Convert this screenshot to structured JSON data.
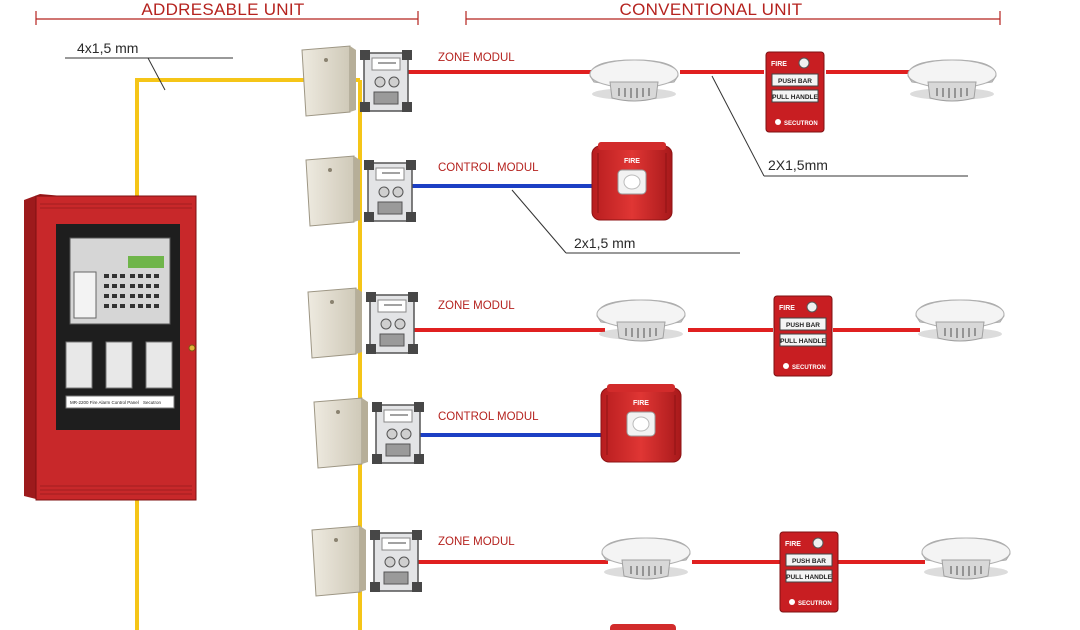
{
  "headers": {
    "addressable": "ADDRESABLE UNIT",
    "conventional": "CONVENTIONAL UNIT"
  },
  "cables": {
    "main": "4x1,5 mm",
    "zone": "2X1,5mm",
    "control": "2x1,5 mm"
  },
  "modules": [
    {
      "label": "ZONE MODUL",
      "type": "zone"
    },
    {
      "label": "CONTROL MODUL",
      "type": "control"
    },
    {
      "label": "ZONE MODUL",
      "type": "zone"
    },
    {
      "label": "CONTROL MODUL",
      "type": "control"
    },
    {
      "label": "ZONE MODUL",
      "type": "zone"
    }
  ],
  "pull_station": {
    "fire": "FIRE",
    "push": "PUSH BAR",
    "pull": "PULL HANDLE",
    "brand": "SECUTRON"
  },
  "panel": {
    "caption": "MR-2200 Fire Alarm Control Panel",
    "brand": "Secutron"
  },
  "colors": {
    "addressable_loop": "#f5c518",
    "zone_line": "#e02020",
    "control_line": "#1c3fc4",
    "header_text": "#b5231f",
    "panel": "#c8282a"
  }
}
